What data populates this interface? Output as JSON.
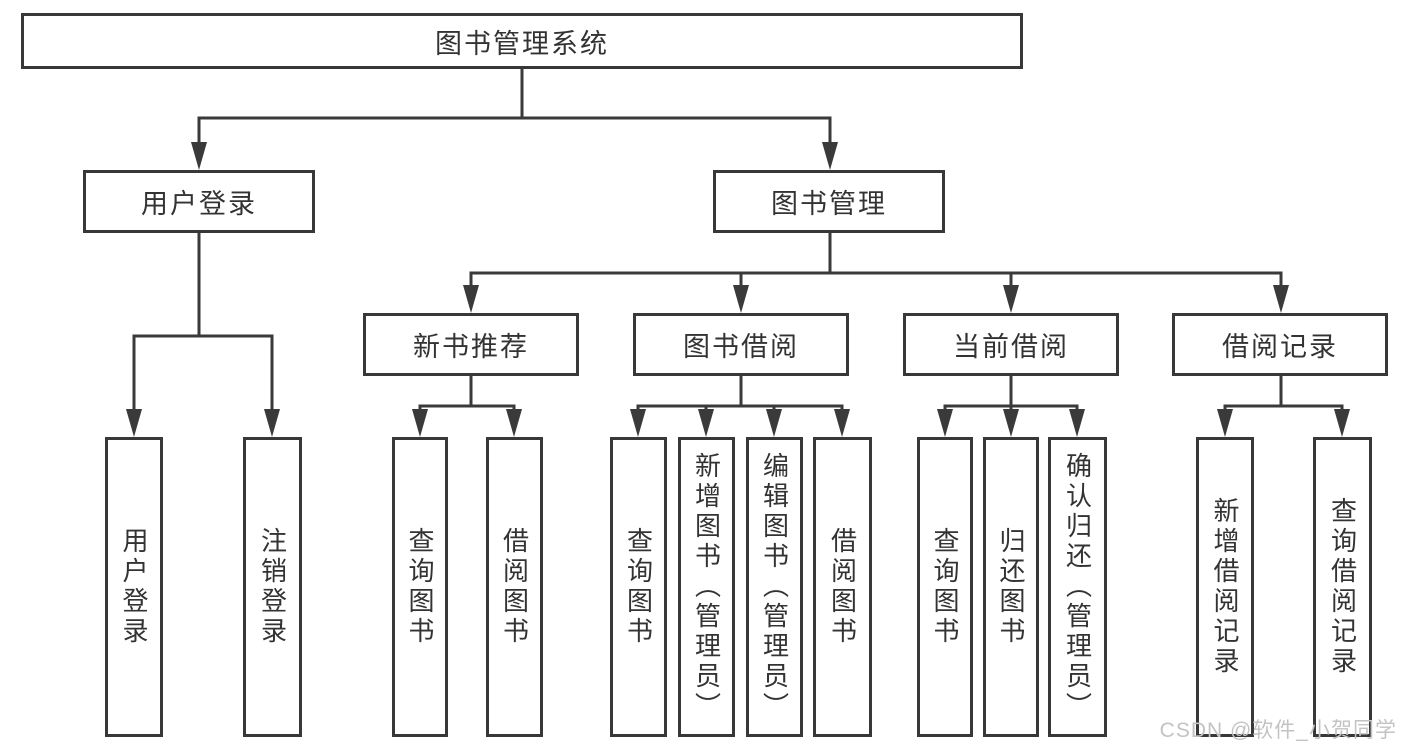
{
  "colors": {
    "line": "#3a3a3a",
    "border": "#383838",
    "text": "#333333",
    "background": "#ffffff",
    "watermark": "#c3c3c3"
  },
  "tree": {
    "root": {
      "label": "图书管理系统"
    },
    "branches": [
      {
        "label": "用户登录",
        "children": [
          {
            "label": "用户登录"
          },
          {
            "label": "注销登录"
          }
        ]
      },
      {
        "label": "图书管理",
        "children": [
          {
            "label": "新书推荐",
            "children": [
              {
                "label": "查询图书"
              },
              {
                "label": "借阅图书"
              }
            ]
          },
          {
            "label": "图书借阅",
            "children": [
              {
                "label": "查询图书"
              },
              {
                "label": "新增图书（管理员）"
              },
              {
                "label": "编辑图书（管理员）"
              },
              {
                "label": "借阅图书"
              }
            ]
          },
          {
            "label": "当前借阅",
            "children": [
              {
                "label": "查询图书"
              },
              {
                "label": "归还图书"
              },
              {
                "label": "确认归还（管理员）"
              }
            ]
          },
          {
            "label": "借阅记录",
            "children": [
              {
                "label": "新增借阅记录"
              },
              {
                "label": "查询借阅记录"
              }
            ]
          }
        ]
      }
    ]
  },
  "watermark": {
    "text": "CSDN @软件_小贺同学"
  }
}
